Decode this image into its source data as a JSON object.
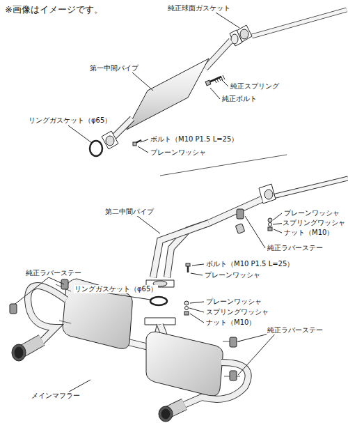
{
  "diagram": {
    "labels": [
      "※画像はイメージです。",
      "純正球面ガスケット",
      "第一中間パイプ",
      "純正スプリング",
      "純正ボルト",
      "リングガスケット（φ65）",
      "ボルト（M10 P1.5 L=25）",
      "プレーンワッシャ",
      "第二中間パイプ",
      "プレーンワッシャ",
      "スプリングワッシャ",
      "ナット（M10）",
      "純正ラバーステー",
      "純正ラバーステー",
      "ボルト（M10 P1.5 L=25）",
      "プレーンワッシャ",
      "リングガスケット（φ65）",
      "プレーンワッシャ",
      "スプリングワッシャ",
      "ナット（M10）",
      "純正ラバーステー",
      "メインマフラー"
    ]
  }
}
